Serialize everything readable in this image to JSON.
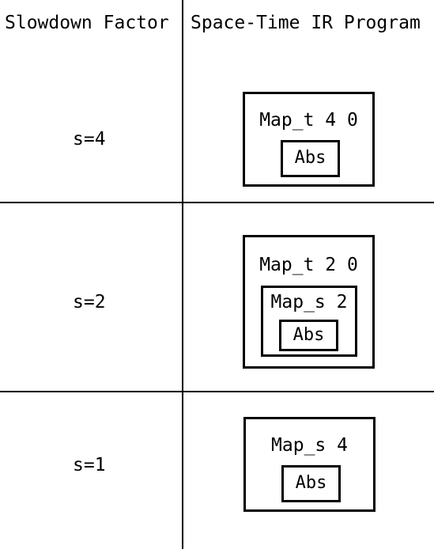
{
  "table": {
    "header_left": "Slowdown Factor",
    "header_right": "Space-Time IR Program"
  },
  "rows": [
    {
      "slowdown": "s=4",
      "outer_label": "Map_t 4 0",
      "inner_label": "Abs"
    },
    {
      "slowdown": "s=2",
      "outer_label": "Map_t 2 0",
      "middle_label": "Map_s 2",
      "inner_label": "Abs"
    },
    {
      "slowdown": "s=1",
      "outer_label": "Map_s 4",
      "inner_label": "Abs"
    }
  ]
}
